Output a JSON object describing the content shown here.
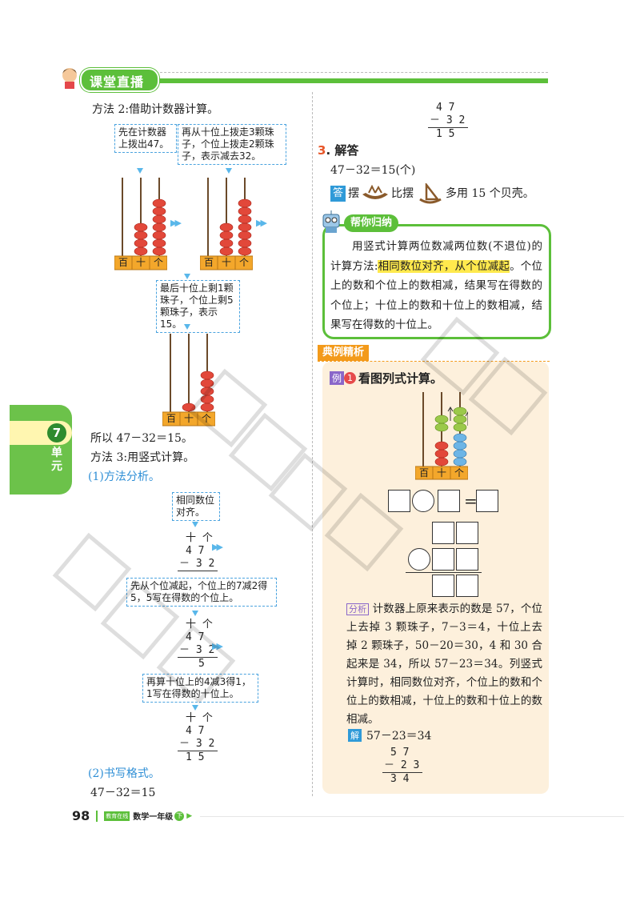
{
  "header": {
    "badge": "课堂直播"
  },
  "left": {
    "method2_title": "方法 2:借助计数器计算。",
    "note1": "先在计数器上拨出47。",
    "note2": "再从十位上拨走3颗珠子，个位上拨走2颗珠子，表示减去32。",
    "note3": "最后十位上剩1颗珠子，个位上剩5颗珠子，表示15。",
    "abacus_labels": [
      "百",
      "十",
      "个"
    ],
    "so_text": "所以 47－32＝15。",
    "method3_title": "方法 3:用竖式计算。",
    "analysis_title": "(1)方法分析。",
    "note4": "相同数位对齐。",
    "note5": "先从个位减起，个位上的7减2得5，5写在得数的个位上。",
    "note6": "再算十位上的4减3得1，1写在得数的十位上。",
    "vlabel": "十 个",
    "row_a": "4 7",
    "row_b": "－ 3 2",
    "digit5": "5",
    "row_r": "1 5",
    "format_title": "(2)书写格式。",
    "format_eq": "47－32＝15"
  },
  "right": {
    "top_calc": {
      "a": "4 7",
      "b": "－ 3 2",
      "r": "1 5"
    },
    "answer_num": "3",
    "answer_title": "解答",
    "answer_eq": "47－32＝15(个)",
    "answer_badge": "答",
    "answer_t1": "摆",
    "answer_t2": "比摆",
    "answer_t3": "多用 15 个贝壳。",
    "summary_tag": "帮你归纳",
    "summary_text1": "用竖式计算两位数减两位数(不退位)的计算方法:",
    "summary_highlight": "相同数位对齐，从个位减起",
    "summary_text2": "。个位上的数和个位上的数相减，结果写在得数的个位上；十位上的数和十位上的数相减，结果写在得数的十位上。",
    "example_section": "典例精析",
    "example_tag": "例",
    "example_num": "1",
    "example_title": "看图列式计算。",
    "abacus_labels": [
      "百",
      "十",
      "个"
    ],
    "eq_sign": "=",
    "analysis_tag": "分析",
    "analysis_text": "计数器上原来表示的数是 57，个位上去掉 3 颗珠子，7－3＝4，十位上去掉 2 颗珠子，50－20＝30，4 和 30 合起来是 34，所以 57－23＝34。列竖式计算时，相同数位对齐，个位上的数和个位上的数相减，十位上的数和十位上的数相减。",
    "solve_tag": "解",
    "solve_eq": "57－23＝34",
    "solve_calc": {
      "a": "5 7",
      "b": "－ 2 3",
      "r": "3 4"
    }
  },
  "side": {
    "unit_num": "7",
    "unit_label": "单元"
  },
  "footer": {
    "page": "98",
    "book": "数学一年级",
    "grade": "下",
    "mini": "教育在线"
  },
  "colors": {
    "green": "#5cbf3a",
    "blue": "#2f8fd6",
    "orange": "#f0a01a",
    "bead_red": "#e2483a",
    "panel": "#fdf0dc"
  }
}
